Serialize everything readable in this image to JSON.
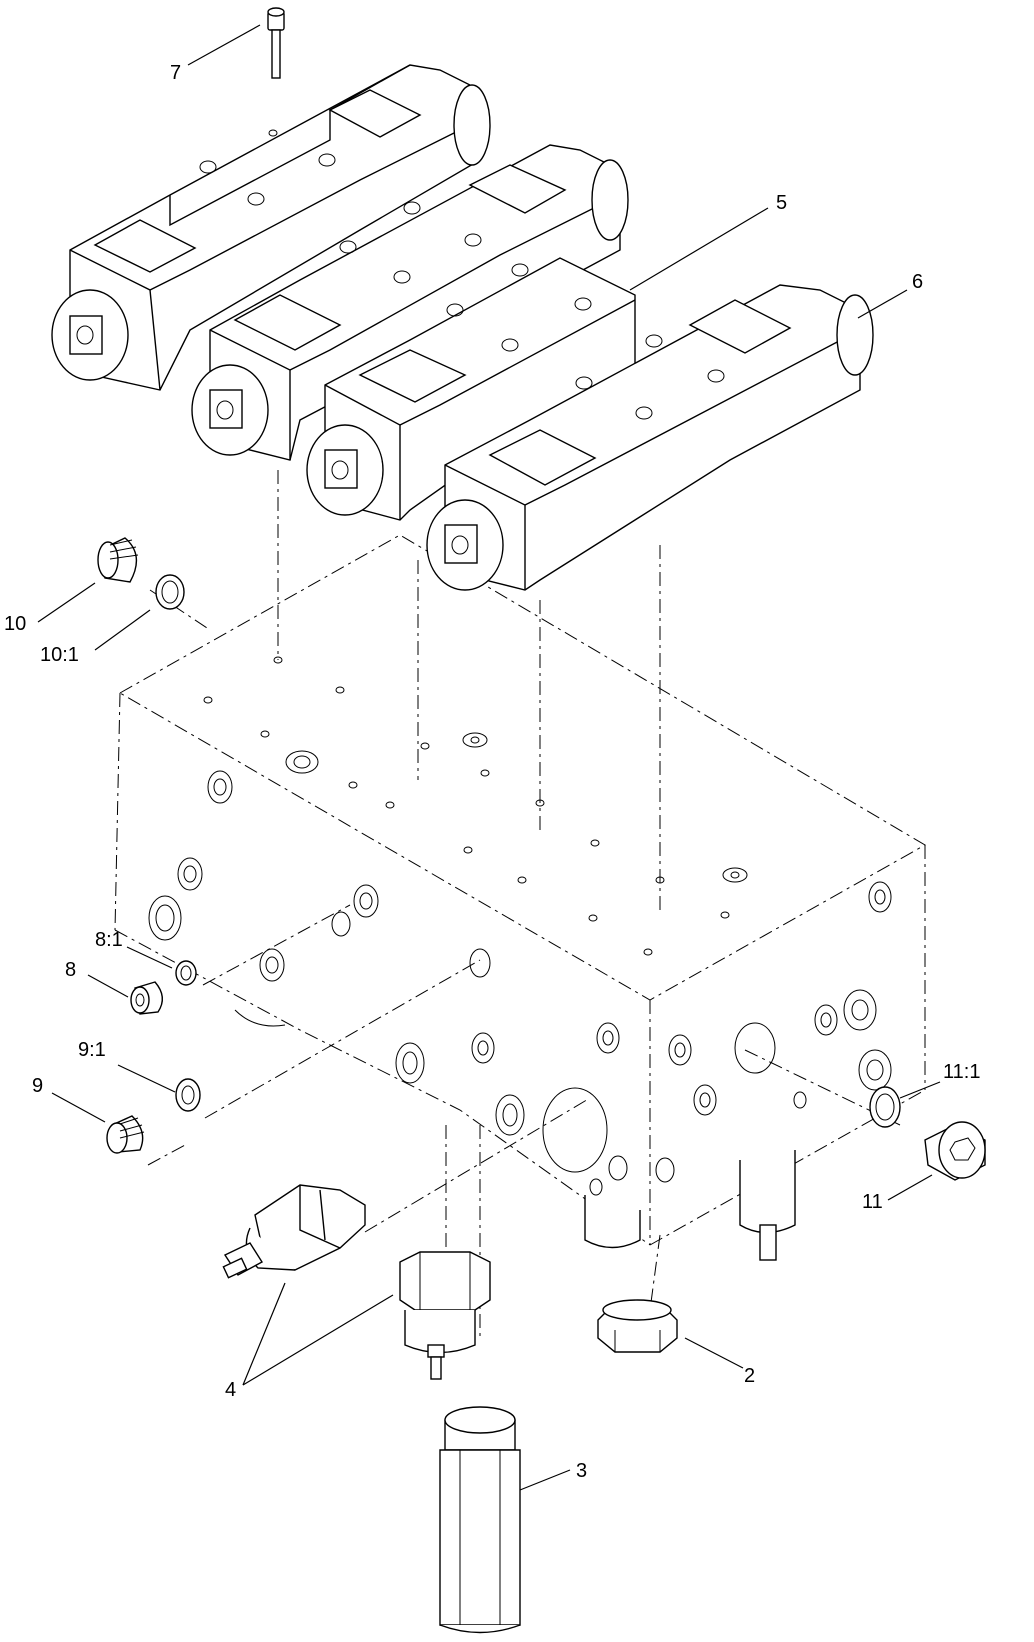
{
  "diagram": {
    "callouts": [
      {
        "id": "c7",
        "label": "7"
      },
      {
        "id": "c5",
        "label": "5"
      },
      {
        "id": "c6",
        "label": "6"
      },
      {
        "id": "c10",
        "label": "10"
      },
      {
        "id": "c10_1",
        "label": "10:1"
      },
      {
        "id": "c8_1",
        "label": "8:1"
      },
      {
        "id": "c8",
        "label": "8"
      },
      {
        "id": "c9_1",
        "label": "9:1"
      },
      {
        "id": "c9",
        "label": "9"
      },
      {
        "id": "c11_1",
        "label": "11:1"
      },
      {
        "id": "c11",
        "label": "11"
      },
      {
        "id": "c2",
        "label": "2"
      },
      {
        "id": "c4",
        "label": "4"
      },
      {
        "id": "c3",
        "label": "3"
      }
    ]
  }
}
